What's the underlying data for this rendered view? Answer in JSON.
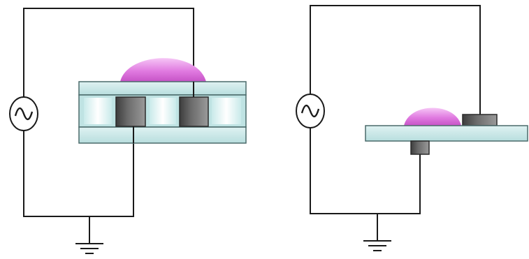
{
  "figure": {
    "panels": [
      {
        "id": "left-panel",
        "source_symbol": "~",
        "components": [
          "ac-source",
          "droplet",
          "dielectric-stack",
          "buried-electrode",
          "buried-electrode",
          "ground"
        ]
      },
      {
        "id": "right-panel",
        "source_symbol": "~",
        "components": [
          "ac-source",
          "droplet",
          "substrate",
          "top-electrode",
          "bottom-electrode",
          "ground"
        ]
      }
    ],
    "colors": {
      "wire": "#1a1a1a",
      "droplet": "#d86ad8",
      "droplet_highlight": "#f2b8f2",
      "substrate_fill": "#c3e4e4",
      "substrate_edge": "#4a6a6a",
      "window_fill": "#f2ffff",
      "electrode_dark": "#4d4d4d",
      "electrode_light": "#8e8e8e"
    }
  }
}
